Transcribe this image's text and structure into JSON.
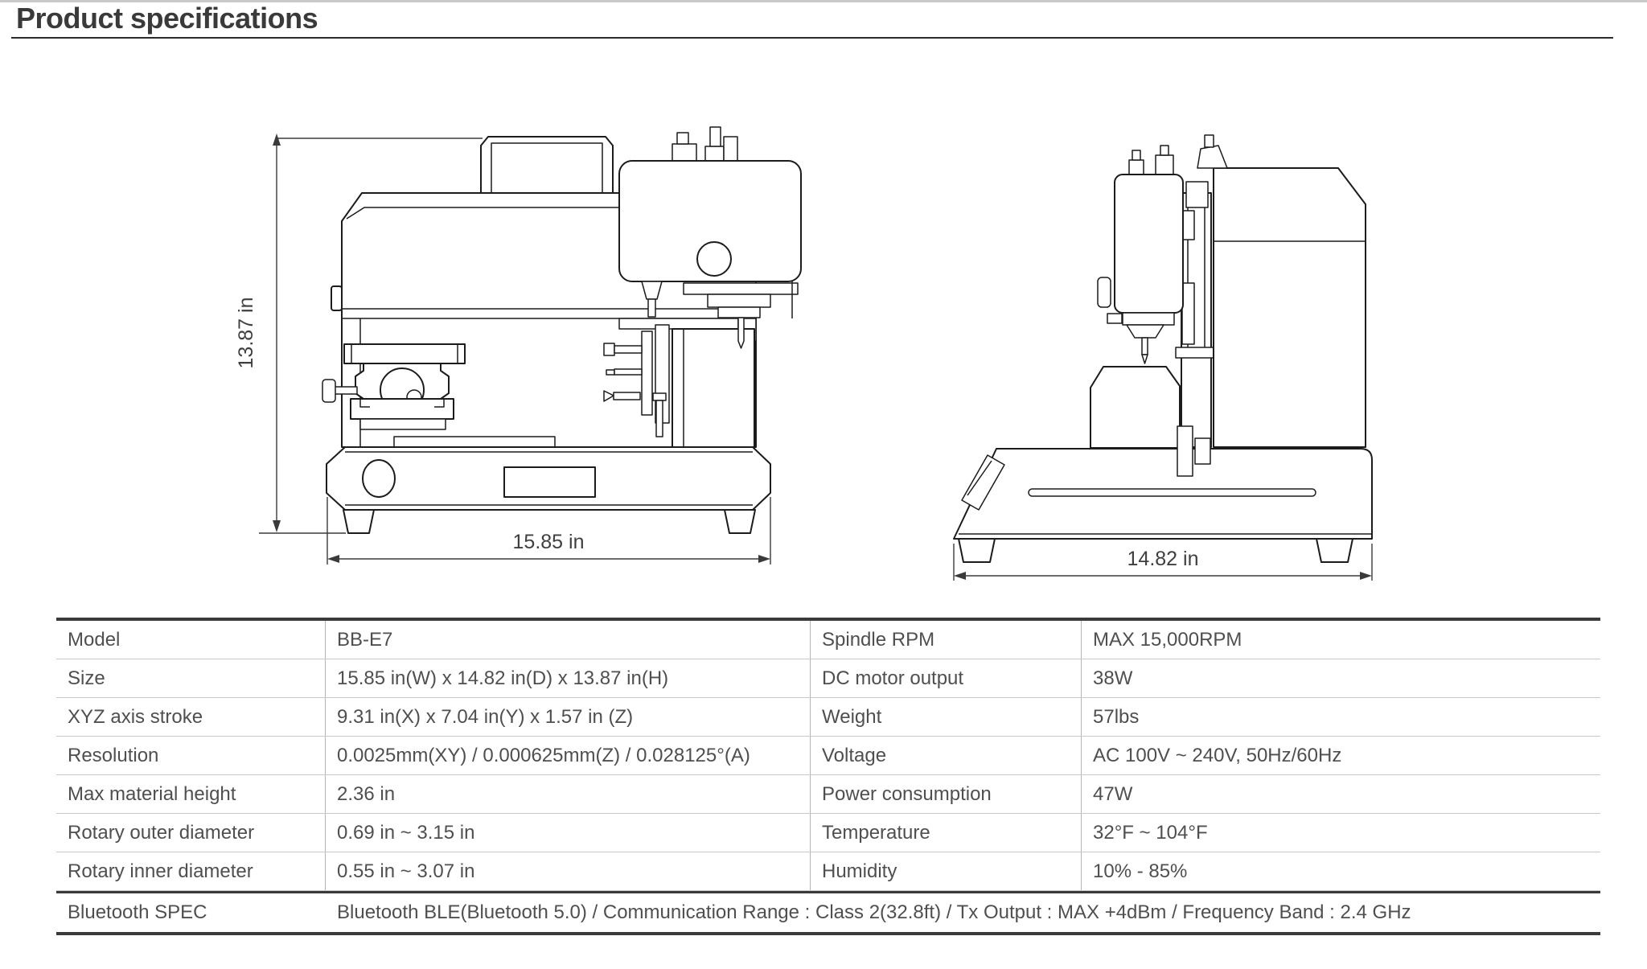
{
  "page": {
    "title": "Product specifications"
  },
  "drawings": {
    "front_view": {
      "height_label": "13.87 in",
      "width_label": "15.85 in"
    },
    "side_view": {
      "width_label": "14.82 in"
    }
  },
  "spec_table": {
    "rows": [
      {
        "c1": "Model",
        "c2": "BB-E7",
        "c3": "Spindle RPM",
        "c4": "MAX 15,000RPM"
      },
      {
        "c1": "Size",
        "c2": "15.85 in(W) x  14.82 in(D) x  13.87 in(H)",
        "c3": "DC motor output",
        "c4": "38W"
      },
      {
        "c1": "XYZ axis stroke",
        "c2": "9.31 in(X) x 7.04 in(Y) x 1.57 in (Z)",
        "c3": "Weight",
        "c4": "57lbs"
      },
      {
        "c1": "Resolution",
        "c2": "0.0025mm(XY) / 0.000625mm(Z) / 0.028125°(A)",
        "c3": "Voltage",
        "c4": "AC 100V ~ 240V, 50Hz/60Hz"
      },
      {
        "c1": "Max material height",
        "c2": "2.36 in",
        "c3": "Power consumption",
        "c4": "47W"
      },
      {
        "c1": "Rotary outer diameter",
        "c2": "0.69 in ~ 3.15 in",
        "c3": "Temperature",
        "c4": "32°F ~ 104°F"
      },
      {
        "c1": "Rotary inner diameter",
        "c2": "0.55 in ~ 3.07 in",
        "c3": "Humidity",
        "c4": "10% - 85%"
      }
    ],
    "footer": {
      "label": "Bluetooth SPEC",
      "value": "Bluetooth BLE(Bluetooth 5.0)  /  Communication Range : Class 2(32.8ft)  /  Tx Output : MAX +4dBm  /  Frequency Band : 2.4 GHz"
    }
  }
}
